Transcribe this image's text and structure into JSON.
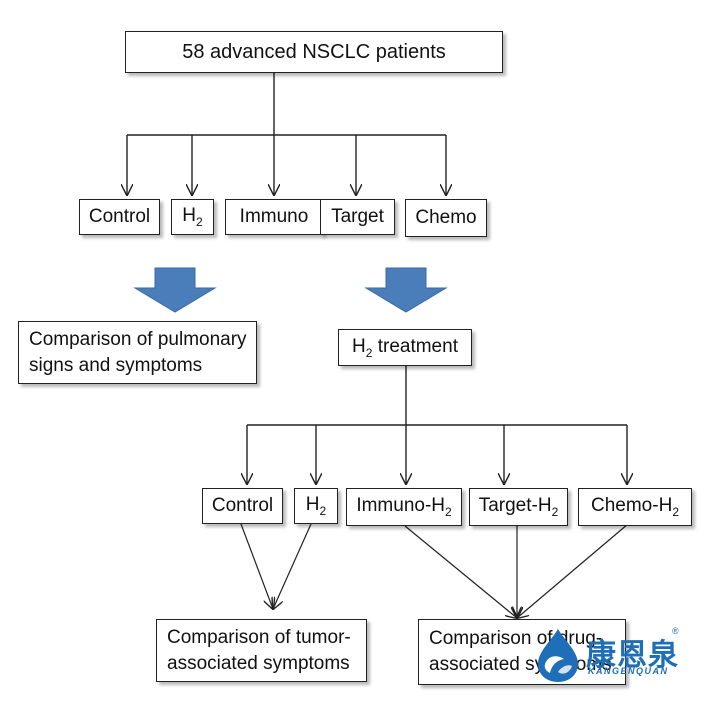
{
  "top_box": {
    "label": "58 advanced NSCLC patients"
  },
  "groups_row1": {
    "control": "Control",
    "h2_main": "H",
    "h2_sub": "2",
    "immuno": "Immuno",
    "target": "Target",
    "chemo": "Chemo"
  },
  "left_result": {
    "line1": "Comparison of pulmonary",
    "line2": "signs and symptoms"
  },
  "h2_treatment": {
    "main": "H",
    "sub": "2",
    "rest": " treatment"
  },
  "groups_row2": {
    "control": "Control",
    "h2_main": "H",
    "h2_sub": "2",
    "immuno_main": "Immuno-H",
    "immuno_sub": "2",
    "target_main": "Target-H",
    "target_sub": "2",
    "chemo_main": "Chemo-H",
    "chemo_sub": "2"
  },
  "tumor_result": {
    "line1": "Comparison of tumor-",
    "line2": "associated symptoms"
  },
  "drug_result": {
    "line1": "Comparison of drug-",
    "line2": "associated symptoms"
  },
  "watermark": {
    "chinese": "康恩泉",
    "english": "KANGENQUAN",
    "registered": "®"
  },
  "colors": {
    "arrow_fill": "#4a7ebb",
    "arrow_stroke": "#3a6aa5",
    "line": "#222222",
    "logo_blue": "#1e6fb8"
  }
}
